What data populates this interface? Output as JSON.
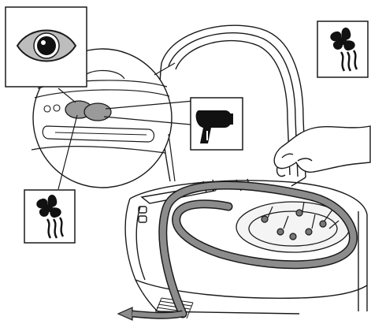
{
  "figure": {
    "kind": "line-illustration",
    "subject": "toilet-bidet-seat-with-open-lid",
    "panels": [
      {
        "icon": "eye-icon"
      },
      {
        "icon": "fan-icon"
      },
      {
        "icon": "hair-dryer-icon"
      },
      {
        "icon": "fan-icon"
      }
    ],
    "buttons": [
      {
        "icon": "eye-icon",
        "state": "pressed"
      },
      {
        "icon": "fan-icon",
        "state": "pressed"
      }
    ]
  },
  "colors": {
    "line": "#1a1a1a",
    "button_fill": "#9a9a9a",
    "band_fill": "#8c8c8c",
    "eye_iris": "#bdbdbd",
    "light_fill": "#e6e6e6"
  }
}
